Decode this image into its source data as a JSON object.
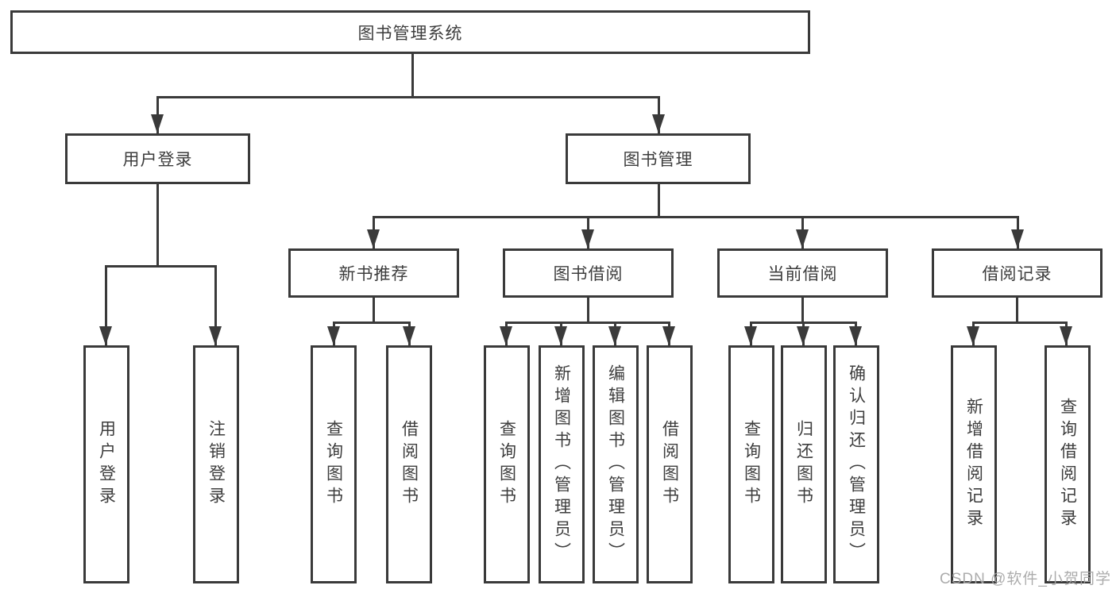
{
  "diagram": {
    "type": "tree",
    "root": {
      "label": "图书管理系统"
    },
    "level2": [
      {
        "label": "用户登录",
        "children": [
          {
            "label": "用户登录"
          },
          {
            "label": "注销登录"
          }
        ]
      },
      {
        "label": "图书管理",
        "children": [
          {
            "label": "新书推荐",
            "children": [
              {
                "label": "查询图书"
              },
              {
                "label": "借阅图书"
              }
            ]
          },
          {
            "label": "图书借阅",
            "children": [
              {
                "label": "查询图书"
              },
              {
                "label": "新增图书（管理员）"
              },
              {
                "label": "编辑图书（管理员）"
              },
              {
                "label": "借阅图书"
              }
            ]
          },
          {
            "label": "当前借阅",
            "children": [
              {
                "label": "查询图书"
              },
              {
                "label": "归还图书"
              },
              {
                "label": "确认归还（管理员）"
              }
            ]
          },
          {
            "label": "借阅记录",
            "children": [
              {
                "label": "新增借阅记录"
              },
              {
                "label": "查询借阅记录"
              }
            ]
          }
        ]
      }
    ]
  },
  "watermark": {
    "text": "CSDN @软件_小贺同学"
  },
  "colors": {
    "line": "#3a3a3a",
    "text": "#3d3d3d",
    "watermark": "#a6a6a6",
    "background": "#ffffff"
  }
}
